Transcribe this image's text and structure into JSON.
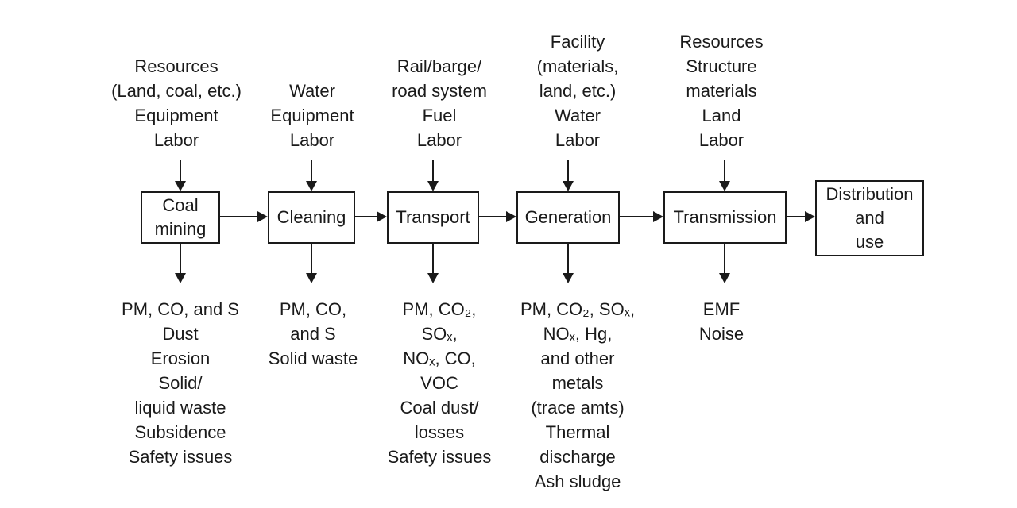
{
  "diagram_type": "flow-diagram",
  "subject": "Coal energy lifecycle stages with inputs and emissions",
  "colors": {
    "ink": "#1a1a1a",
    "background": "#ffffff"
  },
  "stages": [
    {
      "name": "Coal mining",
      "box": [
        "Coal",
        "mining"
      ],
      "inputs": [
        "Resources",
        "(Land, coal, etc.)",
        "Equipment",
        "Labor"
      ],
      "outputs": [
        "PM, CO, and S",
        "Dust",
        "Erosion",
        "Solid/",
        "liquid waste",
        "Subsidence",
        "Safety issues"
      ]
    },
    {
      "name": "Cleaning",
      "box": [
        "Cleaning"
      ],
      "inputs": [
        "Water",
        "Equipment",
        "Labor"
      ],
      "outputs": [
        "PM, CO,",
        "and S",
        "Solid waste"
      ]
    },
    {
      "name": "Transport",
      "box": [
        "Transport"
      ],
      "inputs": [
        "Rail/barge/",
        "road system",
        "Fuel",
        "Labor"
      ],
      "outputs": [
        "PM, CO₂,",
        "SOₓ,",
        "NOₓ, CO,",
        "VOC",
        "Coal dust/",
        "losses",
        "Safety issues"
      ]
    },
    {
      "name": "Generation",
      "box": [
        "Generation"
      ],
      "inputs": [
        "Facility",
        "(materials,",
        "land, etc.)",
        "Water",
        "Labor"
      ],
      "outputs": [
        "PM, CO₂, SOₓ,",
        "NOₓ, Hg,",
        "and other",
        "metals",
        "(trace amts)",
        "Thermal",
        "discharge",
        "Ash sludge"
      ]
    },
    {
      "name": "Transmission",
      "box": [
        "Transmission"
      ],
      "inputs": [
        "Resources",
        "Structure",
        "materials",
        "Land",
        "Labor"
      ],
      "outputs": [
        "EMF",
        "Noise"
      ]
    },
    {
      "name": "Distribution and use",
      "box": [
        "Distribution",
        "and",
        "use"
      ]
    }
  ]
}
